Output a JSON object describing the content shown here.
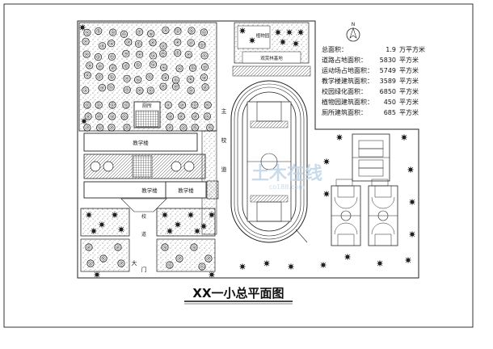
{
  "plan": {
    "title": "XX一小总平面图",
    "watermark": {
      "text": "土木在线",
      "subtext": "co188.com"
    },
    "labels": {
      "toilet": "厕所",
      "teaching_building_1": "教学楼",
      "teaching_building_2": "教学楼",
      "teaching_building_3": "教学楼",
      "main_road": "主校道",
      "campus_road": "校道",
      "gate": "大门",
      "plant_garden": "植物园",
      "planting_base": "观赏林基地"
    },
    "stats": [
      {
        "label": "总面积",
        "value": "1.9",
        "unit": "万平方米"
      },
      {
        "label": "道路占地面积",
        "value": "5830",
        "unit": "平方米"
      },
      {
        "label": "运动场占地面积",
        "value": "5749",
        "unit": "平方米"
      },
      {
        "label": "教学楼建筑面积",
        "value": "3589",
        "unit": "平方米"
      },
      {
        "label": "校园绿化面积",
        "value": "6850",
        "unit": "平方米"
      },
      {
        "label": "植物园建筑面积",
        "value": "450",
        "unit": "平方米"
      },
      {
        "label": "厕所建筑面积",
        "value": "685",
        "unit": "平方米"
      }
    ],
    "north_symbol": "N",
    "colors": {
      "line": "#222222",
      "watermark": "#bcd3e6"
    }
  }
}
